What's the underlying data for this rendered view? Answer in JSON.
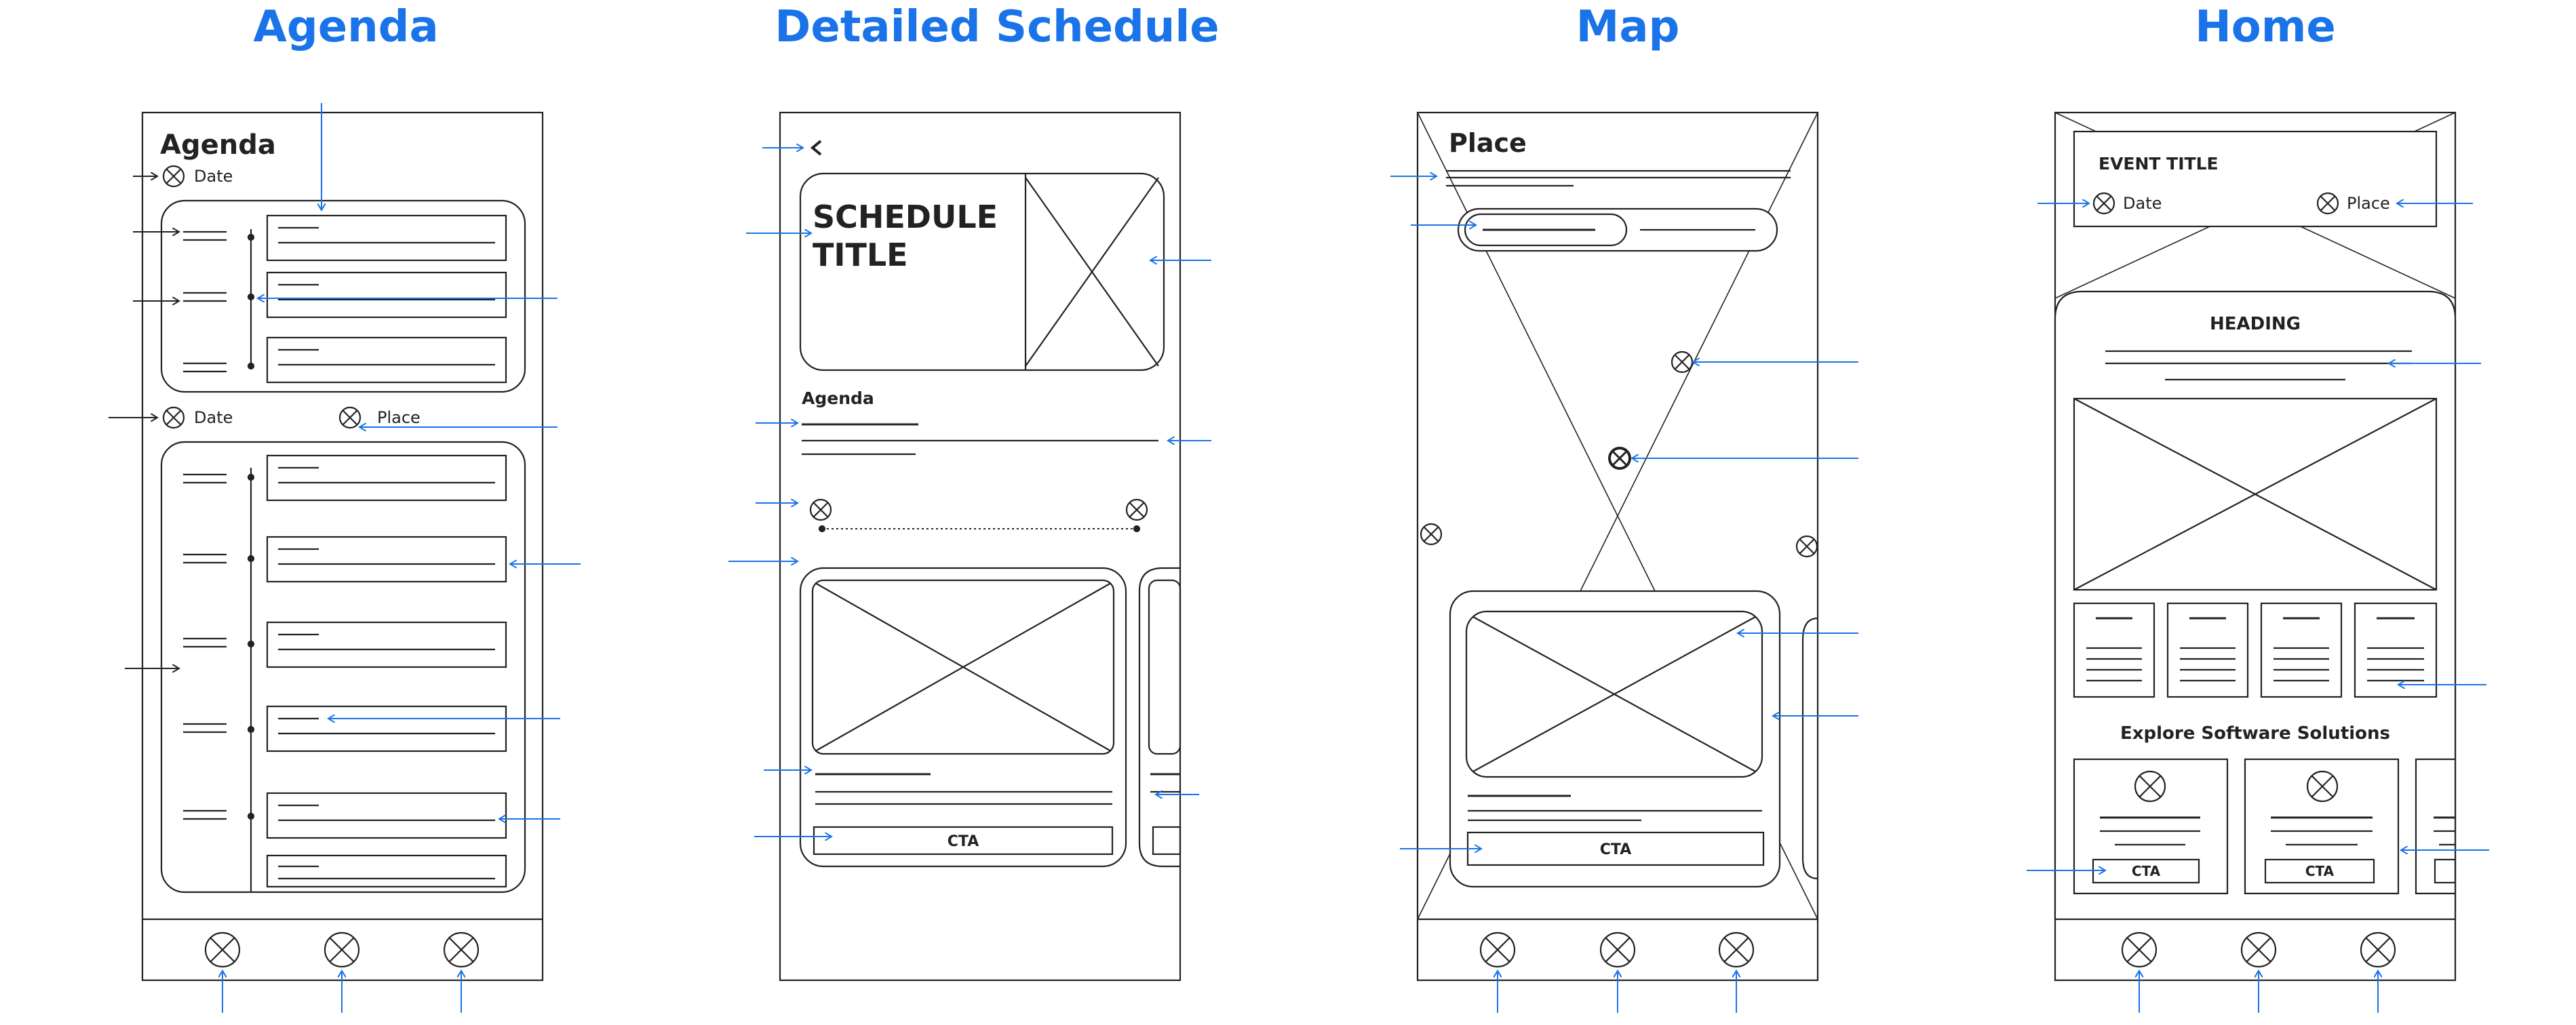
{
  "columns": {
    "agenda": "Agenda",
    "detailed_schedule": "Detailed Schedule",
    "map": "Map",
    "home": "Home"
  },
  "agenda_screen": {
    "title": "Agenda",
    "date_label": "Date",
    "place_label": "Place"
  },
  "schedule_screen": {
    "schedule_title_line1": "SCHEDULE",
    "schedule_title_line2": "TITLE",
    "agenda_label": "Agenda",
    "cta": "CTA"
  },
  "map_screen": {
    "title": "Place",
    "cta": "CTA"
  },
  "home_screen": {
    "event_title": "EVENT TITLE",
    "date_label": "Date",
    "place_label": "Place",
    "heading": "HEADING",
    "explore_label": "Explore Software Solutions",
    "cta": "CTA"
  },
  "colors": {
    "accent_blue": "#1a73e8",
    "wireframe_stroke": "#222222"
  }
}
